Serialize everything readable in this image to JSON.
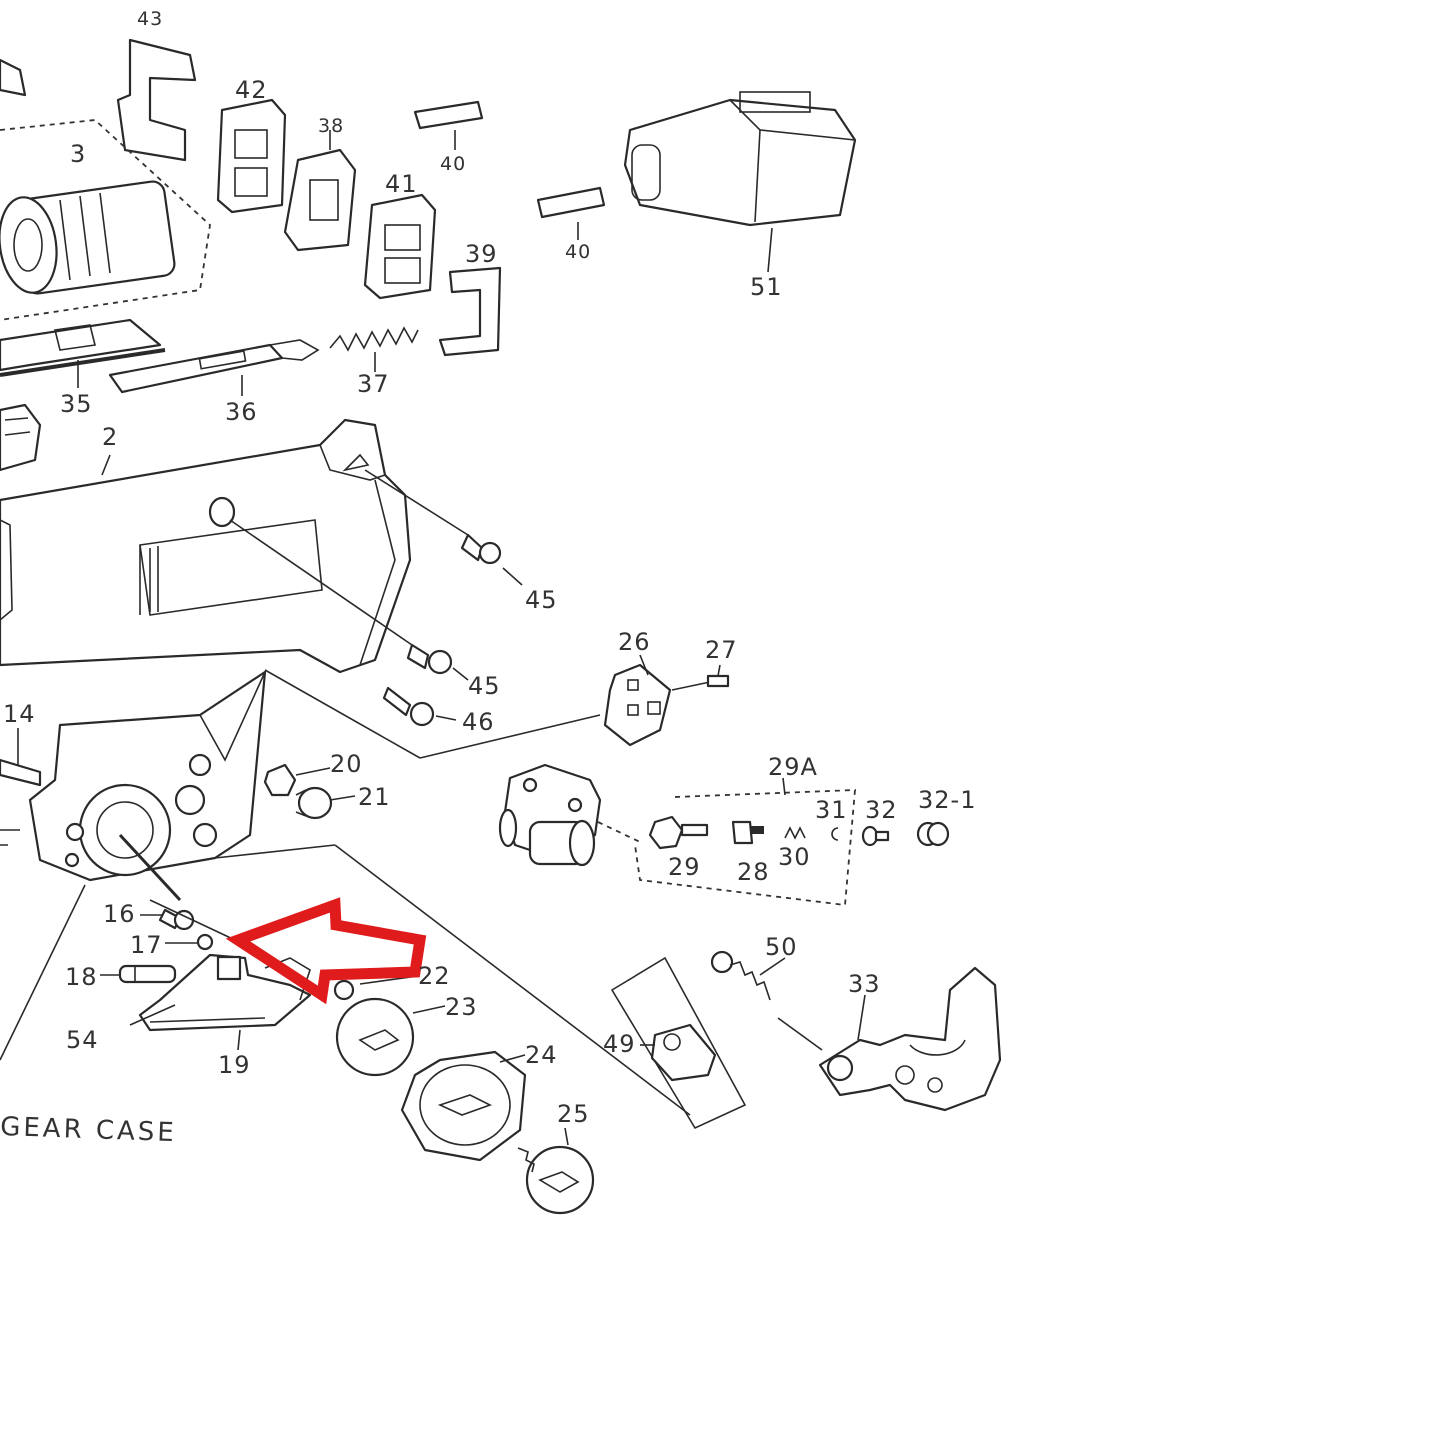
{
  "diagram": {
    "callouts": {
      "c43": "43",
      "c42": "42",
      "c38": "38",
      "c40a": "40",
      "c40b": "40",
      "c3": "3",
      "c41": "41",
      "c39": "39",
      "c51": "51",
      "c35": "35",
      "c36": "36",
      "c37": "37",
      "c2": "2",
      "c45a": "45",
      "c45b": "45",
      "c46": "46",
      "c26": "26",
      "c27": "27",
      "c14": "14",
      "c20": "20",
      "c21": "21",
      "c29a": "29A",
      "c31": "31",
      "c32": "32",
      "c32_1": "32-1",
      "c29": "29",
      "c28": "28",
      "c30": "30",
      "c16": "16",
      "c17": "17",
      "c18": "18",
      "c22": "22",
      "c23": "23",
      "c54": "54",
      "c19": "19",
      "c49": "49",
      "c50": "50",
      "c33": "33",
      "c24": "24",
      "c25": "25"
    },
    "caption": "GEAR CASE",
    "colors": {
      "line": "#2a2a2a",
      "highlight_arrow": "#e01b1b",
      "background": "#ffffff"
    }
  }
}
